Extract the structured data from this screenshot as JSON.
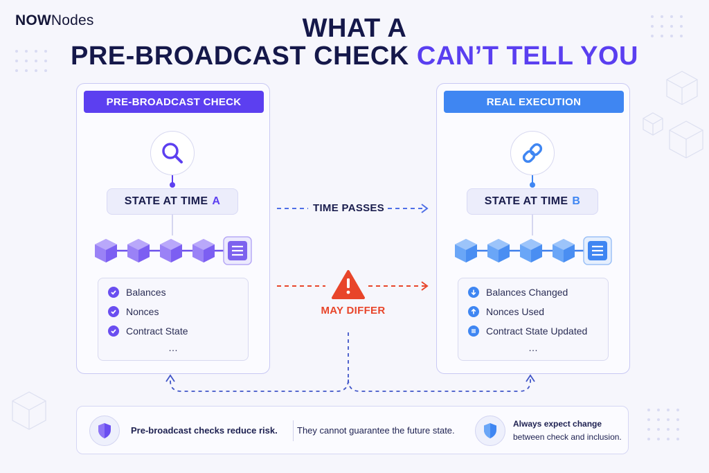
{
  "brand": {
    "bold": "NOW",
    "light": "Nodes"
  },
  "title": {
    "line1": "WHAT A",
    "line2_main": "PRE-BROADCAST CHECK ",
    "line2_accent": "CAN’T TELL YOU"
  },
  "left_panel": {
    "tag": "PRE-BROADCAST CHECK",
    "icon": "magnifier-icon",
    "state_label": "STATE AT TIME",
    "state_letter": "A",
    "checks": [
      "Balances",
      "Nonces",
      "Contract State"
    ],
    "more": "…",
    "accent": "#5c3ff0"
  },
  "right_panel": {
    "tag": "REAL EXECUTION",
    "icon": "chain-link-icon",
    "state_label": "STATE AT TIME",
    "state_letter": "B",
    "checks": [
      "Balances Changed",
      "Nonces Used",
      "Contract State Updated"
    ],
    "more": "…",
    "accent": "#3f86f2"
  },
  "center": {
    "time_passes": "TIME PASSES",
    "may_differ": "MAY DIFFER",
    "warning_icon": "warning-icon"
  },
  "footer": {
    "left": "Pre-broadcast checks reduce risk.",
    "middle": "They cannot guarantee the future state.",
    "right_line1": "Always expect change",
    "right_line2": "between check and inclusion."
  },
  "colors": {
    "purple": "#5c3ff0",
    "blue": "#3f86f2",
    "red": "#e8452a",
    "navy": "#15184a"
  }
}
